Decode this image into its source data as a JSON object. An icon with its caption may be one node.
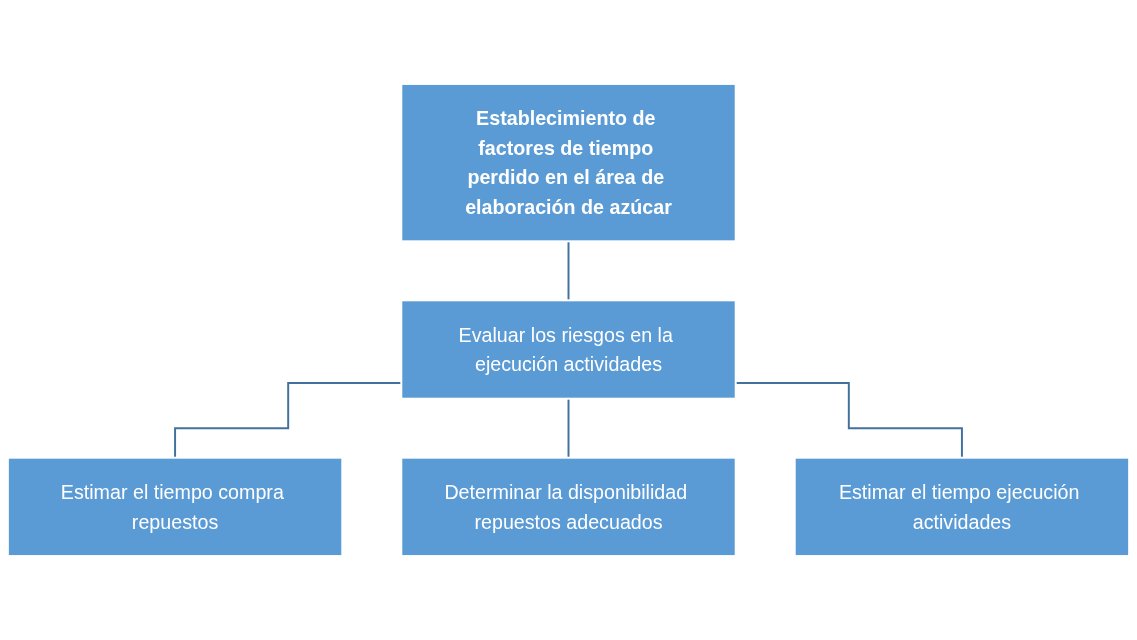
{
  "diagram": {
    "nodes": [
      {
        "text": [
          "Establecimiento de factores de tiempo perdido en el área de elaboración de azúcar"
        ]
      },
      {
        "text": [
          "Evaluar los riesgos en la ejecución actividades"
        ]
      },
      {
        "text": [
          "Estimar el tiempo compra repuestos"
        ]
      },
      {
        "text": [
          "Determinar la disponibilidad repuestos adecuados"
        ]
      },
      {
        "text": [
          "Estimar el tiempo ejecución actividades"
        ]
      }
    ],
    "edges": [
      {
        "from": 0,
        "to": 1,
        "arrow": "none"
      },
      {
        "from": 1,
        "to": 2,
        "arrow": "none"
      },
      {
        "from": 1,
        "to": 3,
        "arrow": "none"
      },
      {
        "from": 1,
        "to": 4,
        "arrow": "none"
      }
    ]
  }
}
